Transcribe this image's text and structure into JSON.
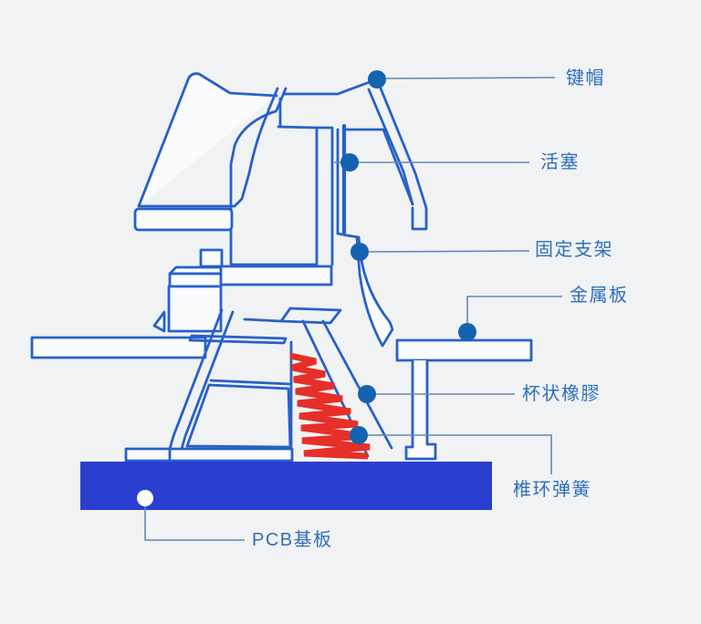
{
  "diagram": {
    "subject": "mechanical keyboard switch cross-section",
    "labels": {
      "keycap": "键帽",
      "piston": "活塞",
      "bracket": "固定支架",
      "metal_plate": "金属板",
      "cup_rubber": "杯状橡膠",
      "cone_spring": "椎环弹簧",
      "pcb": "PCB基板"
    },
    "colors": {
      "background": "#f1f2f3",
      "outline_blue": "#2761c9",
      "pcb_fill": "#2a3ed0",
      "callout_dot": "#1563b0",
      "leader_line": "#6288b8",
      "spring_red": "#e43028",
      "label_text": "#2f6fbc"
    }
  }
}
